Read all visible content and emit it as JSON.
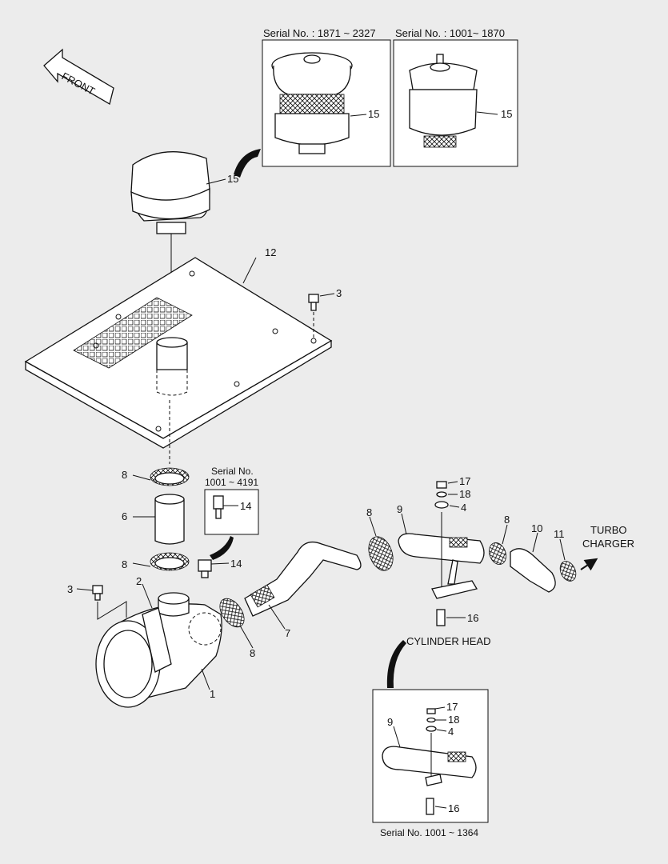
{
  "front_arrow": {
    "text": "FRONT"
  },
  "insets": {
    "serial_a": "Serial No. : 1871 ~ 2327",
    "serial_b": "Serial No. : 1001~ 1870",
    "serial_c_line1": "Serial No.",
    "serial_c_line2": "1001 ~ 4191",
    "serial_d": "Serial No. 1001 ~ 1364"
  },
  "destinations": {
    "turbo_line1": "TURBO",
    "turbo_line2": "CHARGER",
    "cylinder_head": "CYLINDER HEAD"
  },
  "callouts": {
    "p15_inset_a": "15",
    "p15_inset_b": "15",
    "p15_main": "15",
    "p12": "12",
    "p3_top": "3",
    "p3_left": "3",
    "p8_a": "8",
    "p8_b": "8",
    "p8_c": "8",
    "p8_d": "8",
    "p8_e": "8",
    "p6": "6",
    "p14_inset": "14",
    "p14_main": "14",
    "p2": "2",
    "p1": "1",
    "p7": "7",
    "p9": "9",
    "p9_inset": "9",
    "p10": "10",
    "p11": "11",
    "p16": "16",
    "p16_inset": "16",
    "p17": "17",
    "p17_inset": "17",
    "p18": "18",
    "p18_inset": "18",
    "p4": "4",
    "p4_inset": "4"
  },
  "colors": {
    "background": "#ececec",
    "ink": "#111111",
    "paper": "#ffffff"
  }
}
